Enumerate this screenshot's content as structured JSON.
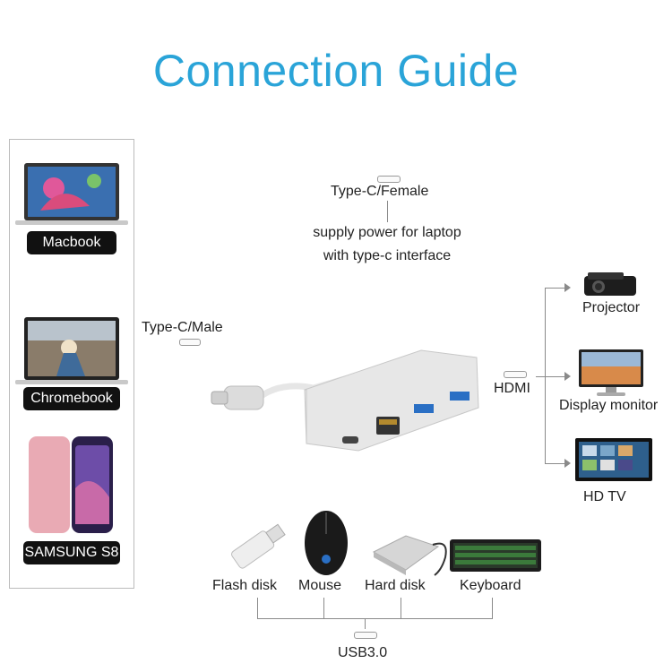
{
  "title": "Connection Guide",
  "devices_left": [
    {
      "label": "Macbook"
    },
    {
      "label": "Chromebook"
    },
    {
      "label": "SAMSUNG S8"
    }
  ],
  "connectors": {
    "type_c_male": "Type-C/Male",
    "type_c_female": "Type-C/Female",
    "power_line1": "supply power for laptop",
    "power_line2": "with type-c interface",
    "hdmi": "HDMI",
    "usb": "USB3.0"
  },
  "outputs_right": [
    {
      "label": "Projector"
    },
    {
      "label": "Display monitor"
    },
    {
      "label": "HD TV"
    }
  ],
  "peripherals": [
    {
      "label": "Flash disk"
    },
    {
      "label": "Mouse"
    },
    {
      "label": "Hard disk"
    },
    {
      "label": "Keyboard"
    }
  ]
}
